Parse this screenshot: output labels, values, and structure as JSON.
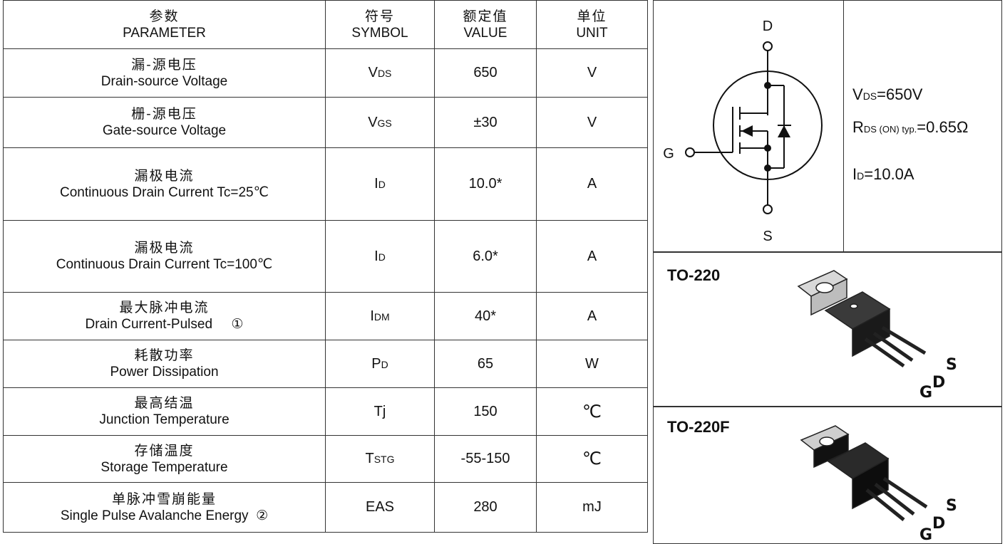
{
  "header": {
    "param_cn": "参数",
    "param_en": "PARAMETER",
    "symbol_cn": "符号",
    "symbol_en": "SYMBOL",
    "value_cn": "额定值",
    "value_en": "VALUE",
    "unit_cn": "单位",
    "unit_en": "UNIT"
  },
  "rows": [
    {
      "cn": "漏-源电压",
      "en": "Drain-source Voltage",
      "sym_main": "V",
      "sym_sub": "DS",
      "value": "650",
      "unit": "V"
    },
    {
      "cn": "栅-源电压",
      "en": "Gate-source Voltage",
      "sym_main": "V",
      "sym_sub": "GS",
      "value": "±30",
      "unit": "V"
    },
    {
      "cn": "漏极电流",
      "en": "Continuous Drain Current  Tc=25℃",
      "sym_main": "I",
      "sym_sub": "D",
      "value": "10.0*",
      "unit": "A"
    },
    {
      "cn": "漏极电流",
      "en": "Continuous Drain Current Tc=100℃",
      "sym_main": "I",
      "sym_sub": "D",
      "value": "6.0*",
      "unit": "A"
    },
    {
      "cn": "最大脉冲电流",
      "en": "Drain Current-Pulsed     ①",
      "sym_main": "I",
      "sym_sub": "DM",
      "value": "40*",
      "unit": "A"
    },
    {
      "cn": "耗散功率",
      "en": "Power Dissipation",
      "sym_main": "P",
      "sym_sub": "D",
      "value": "65",
      "unit": "W"
    },
    {
      "cn": "最高结温",
      "en": "Junction Temperature",
      "sym_main": "Tj",
      "sym_sub": "",
      "value": "150",
      "unit": "℃"
    },
    {
      "cn": "存储温度",
      "en": "Storage Temperature",
      "sym_main": "T",
      "sym_sub": "STG",
      "value": "-55-150",
      "unit": "℃"
    },
    {
      "cn": "单脉冲雪崩能量",
      "en": "Single Pulse Avalanche Energy  ②",
      "sym_main": "EAS",
      "sym_sub": "",
      "value": "280",
      "unit": "mJ"
    }
  ],
  "schematic": {
    "drain": "D",
    "gate": "G",
    "source": "S"
  },
  "specs": {
    "vds_main": "V",
    "vds_sub": "DS",
    "vds_val": "=650V",
    "rds_main": "R",
    "rds_sub": "DS (ON) typ.",
    "rds_val": "=0.65Ω",
    "id_main": "I",
    "id_sub": "D",
    "id_val": "=10.0A"
  },
  "packages": [
    {
      "name": "TO-220",
      "pins": [
        "G",
        "D",
        "S"
      ]
    },
    {
      "name": "TO-220F",
      "pins": [
        "G",
        "D",
        "S"
      ]
    }
  ]
}
